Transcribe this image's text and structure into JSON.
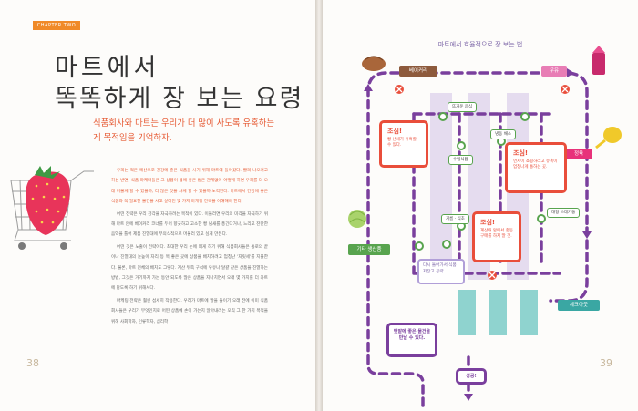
{
  "left_page": {
    "chapter": "CHAPTER TWO",
    "title_line1": "마트에서",
    "title_line2": "똑똑하게 장 보는 요령",
    "subtitle": "식품회사와 마트는 우리가 더 많이 사도록 유혹하는 게 목적임을 기억하자.",
    "paragraphs": [
      "우리는 적은 예산으로 건강에 좋은 식품을 사기 위해 마트에 들어갔다. 빨리 나오려고 하는 반면, 식품 마케터들은 그 상품이 몸에 좋은 법은 관계없이 어떻게 하면 우리를 더 오래 머물게 할 수 있을까, 더 많은 것을 사게 할 수 있을까 노력한다. 마트에서 건강에 좋은 식품과 꼭 필요한 물건을 사고 싶다면 몇 가지 마케팅 전략을 이해해야 한다.",
      "어떤 전략은 우리 감각을 자극하려는 목적이 있다. 이들러면 우리의 미각을 자극하기 위해 마트 안에 베이커리 코너를 두어 향긋하고 고소한 빵 냄새를 풍긴다거나, 느리고 잔잔한 음악을 틀어 제품 진열대에 무의식적으로 머물러 있고 싶게 만든다.",
      "어떤 것은 노출이 전략이다. 최대한 우리 눈에 띄게 하기 위해 식품회사들은 통로의 끝이나 진열대의 눈높이 자리 등 목 좋은 곳에 상품을 배치하려고 엄청난 '자릿세'를 지불한다. 물론, 마트 전체의 배치도 그렇다. 계산 뒤쪽 구석에 우유나 달걀 같은 상품을 진열하는 방법, 그것은 거기까지 가는 동안 되도록 많은 상품을 지나치면서 오래 몇 가지를 더 카트에 담도록 하기 위해서다.",
      "마케팅 전략은 훨씬 섬세히 작용한다. 우리가 마트에 발을 들이기 오래 전에 이미 식품회사들은 우리가 무엇인지로 어떤 상품에 손이 가는지 알아내려는 오직 그 한 가지 목적을 위해 사회학자, 인류학자, 심리학"
    ],
    "page_number": "38"
  },
  "right_page": {
    "map_title": "마트에서 효율적으로 장 보는 법",
    "sections": {
      "bakery": "베이커리",
      "milk": "우유",
      "meat": "정육",
      "other": "기타 생산품",
      "checkout": "체크아웃"
    },
    "aisle_tags": [
      "뜨거운 음식",
      "냉동 채소",
      "수입식품",
      "기름 · 식초",
      "대형 쓰레기통"
    ],
    "cautions": [
      {
        "heading": "조심!",
        "text": "빵 냄새가 유혹할 수 있다."
      },
      {
        "heading": "조심!",
        "text": "먼저이 쇼핑하라고 유혹이 엄청나게 통하는 곳."
      },
      {
        "heading": "조심!",
        "text": "계산대 앞에서 충동구매를 하지 말 것."
      }
    ],
    "revisit_note": "다시 돌아가서 식품저장고 공략",
    "start_note": "텃밭에 좋은 물건을 만날 수 있다.",
    "success": "성공!",
    "page_number": "39",
    "colors": {
      "path": "#7a3f9d",
      "caution": "#e94e3b",
      "bakery": "#8d5a3c",
      "milk": "#e87db5",
      "other": "#58a44e",
      "checkout": "#3aa7a3",
      "meat": "#e8327a"
    }
  }
}
